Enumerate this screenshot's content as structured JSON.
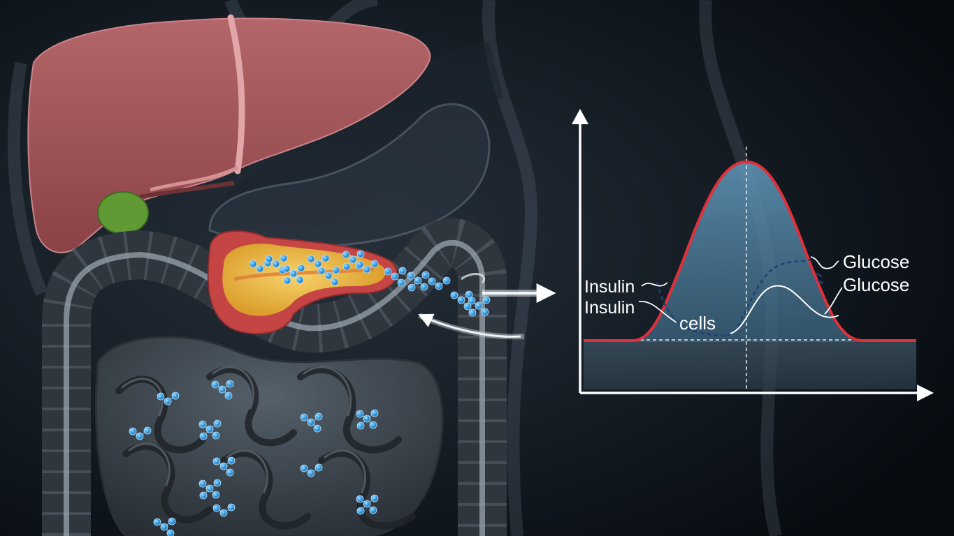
{
  "labels": {
    "insulin_upper": "Insulin",
    "insulin_lower": "Insulin",
    "cells": "cells",
    "glucose_upper": "Glucose",
    "glucose_lower": "Glucose"
  },
  "colors": {
    "background": "#0b1117",
    "liver": "#a4585a",
    "gallbladder": "#5f9a35",
    "pancreas": "#e8b43c",
    "pancreas_body": "#c54545",
    "intestine": "#3b4249",
    "molecule": "#3ea4e8",
    "curve_red": "#e2303a",
    "curve_fill": "#4f86a6",
    "axis": "#ffffff"
  },
  "icons": {
    "arrow_out": "double-arrow-right-icon",
    "arrow_back": "curved-arrow-return-icon"
  }
}
